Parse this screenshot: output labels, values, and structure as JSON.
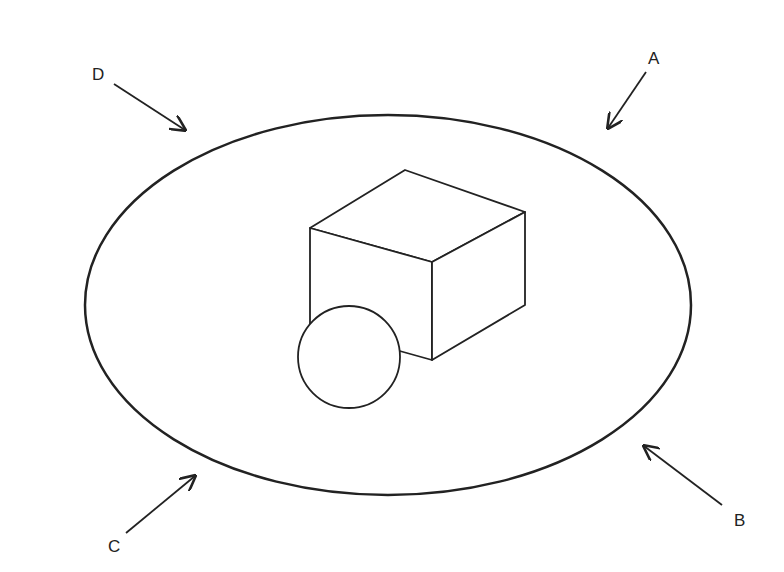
{
  "diagram": {
    "labels": [
      "D",
      "A",
      "C",
      "B"
    ]
  }
}
